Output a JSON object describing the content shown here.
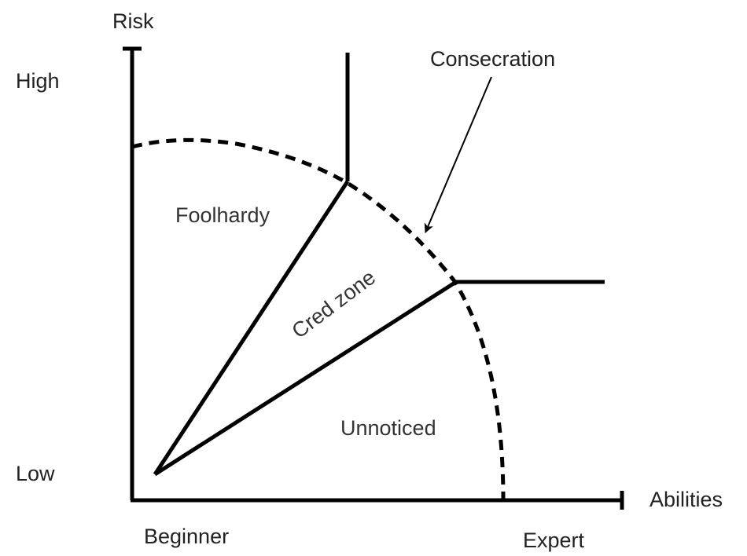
{
  "axes": {
    "y_title": "Risk",
    "y_high": "High",
    "y_low": "Low",
    "x_title": "Abilities",
    "x_low": "Beginner",
    "x_high": "Expert"
  },
  "zones": {
    "foolhardy": "Foolhardy",
    "cred_zone": "Cred zone",
    "unnoticed": "Unnoticed"
  },
  "annotation": {
    "consecration": "Consecration"
  },
  "colors": {
    "stroke": "#000000",
    "text": "#222222",
    "background": "#ffffff"
  }
}
